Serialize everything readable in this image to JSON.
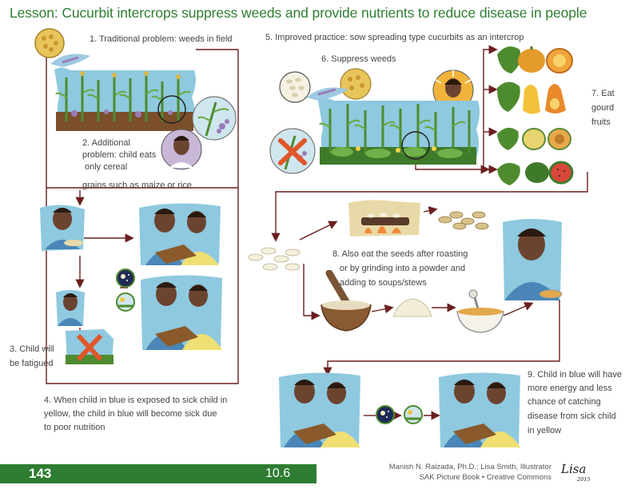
{
  "title": "Lesson: Cucurbit intercrops suppress weeds and provide nutrients to reduce disease in people",
  "labels": {
    "l1": "1. Traditional problem: weeds in field",
    "l2a": "2. Additional",
    "l2b": "problem: child eats",
    "l2c": "only cereal",
    "l2d": "grains such as maize or rice",
    "l3a": "3. Child will",
    "l3b": "be fatigued",
    "l4a": "4. When child in blue is exposed to sick child in",
    "l4b": "yellow, the child in blue will become sick due",
    "l4c": "to poor nutrition",
    "l5": "5. Improved practice: sow spreading type cucurbits as an intercrop",
    "l6": "6. Suppress weeds",
    "l7a": "7. Eat",
    "l7b": "gourd",
    "l7c": "fruits",
    "l8a": "8. Also eat the seeds after roasting",
    "l8b": "or by grinding into a powder and",
    "l8c": "adding to soups/stews",
    "l9a": "9. Child in blue will have",
    "l9b": "more energy and less",
    "l9c": "chance of catching",
    "l9d": "disease from sick child",
    "l9e": "in yellow"
  },
  "footer": {
    "page_number": "143",
    "section": "10.6",
    "credits_line1": "Manish N. Raizada, Ph.D.; Lisa Smith, Illustrator",
    "credits_line2": "SAK Picture Book • Creative Commons",
    "signature": "Lisa",
    "signature_year": "2015"
  },
  "colors": {
    "title": "#2f7d32",
    "footer_bar": "#2e7d32",
    "arrow": "#6b1f1f",
    "sky": "#8ec9df",
    "crop": "#4e8b2e",
    "shirt_blue": "#4a86b8",
    "shirt_yellow": "#f0df72",
    "skin": "#6b4430",
    "cross": "#e0562a"
  }
}
